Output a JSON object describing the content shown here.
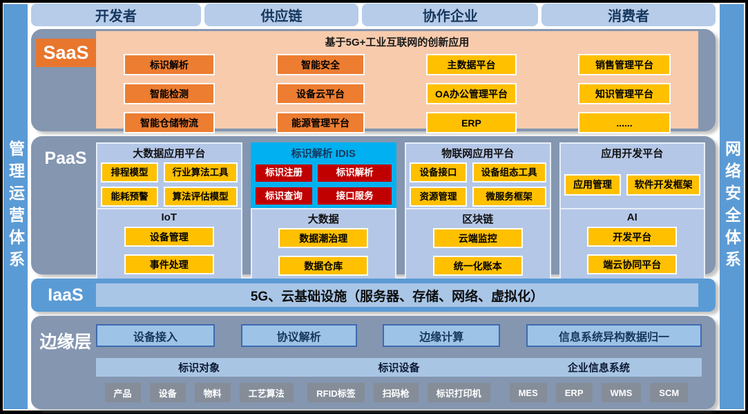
{
  "colors": {
    "accent_blue": "#5b9bd5",
    "container_gray": "#8496b0",
    "top_bar_blue": "#b6cce9",
    "navy_text": "#17375d",
    "orange": "#ed7d31",
    "peach": "#f8cbad",
    "yellow": "#ffc000",
    "group_blue": "#b4c7e7",
    "idis_blue": "#00b0f0",
    "red": "#c00000",
    "edge_box_blue": "#9dc3e6",
    "small_button_gray": "#858d99"
  },
  "top_bars": {
    "items": [
      {
        "label": "开发者"
      },
      {
        "label": "供应链"
      },
      {
        "label": "协作企业"
      },
      {
        "label": "消费者"
      }
    ]
  },
  "side_bars": {
    "left": "管理运营体系",
    "right": "网络安全体系"
  },
  "saas": {
    "label": "SaaS",
    "title": "基于5G+工业互联网的创新应用",
    "col1": [
      "标识解析",
      "智能检测",
      "智能仓储物流"
    ],
    "col2": [
      "智能安全",
      "设备云平台",
      "能源管理平台"
    ],
    "col3": [
      "主数据平台",
      "OA办公管理平台",
      "ERP"
    ],
    "col4": [
      "销售管理平台",
      "知识管理平台",
      "......"
    ]
  },
  "paas": {
    "label": "PaaS",
    "bigdata_platform": {
      "title": "大数据应用平台",
      "buttons": [
        "排程模型",
        "行业算法工具",
        "能耗预警",
        "算法评估模型"
      ]
    },
    "idis": {
      "title": "标识解析 IDIS",
      "buttons": [
        "标识注册",
        "标识解析",
        "标识查询",
        "接口服务"
      ]
    },
    "iot_platform": {
      "title": "物联网应用平台",
      "buttons": [
        "设备接口",
        "设备组态工具",
        "资源管理",
        "微服务框架"
      ]
    },
    "appdev_platform": {
      "title": "应用开发平台",
      "buttons": [
        "应用管理",
        "软件开发框架"
      ]
    },
    "iot": {
      "title": "IoT",
      "buttons": [
        "设备管理",
        "事件处理"
      ]
    },
    "bigdata": {
      "title": "大数据",
      "buttons": [
        "数据潮治理",
        "数据仓库"
      ]
    },
    "blockchain": {
      "title": "区块链",
      "buttons": [
        "云端监控",
        "统一化账本"
      ]
    },
    "ai": {
      "title": "AI",
      "buttons": [
        "开发平台",
        "端云协同平台"
      ]
    }
  },
  "iaas": {
    "label": "IaaS",
    "bar": "5G、云基础设施（服务器、存储、网络、虚拟化）"
  },
  "edge": {
    "label": "边缘层",
    "row1": [
      "设备接入",
      "协议解析",
      "边缘计算",
      "信息系统异构数据归一"
    ],
    "groups": [
      {
        "header": "标识对象",
        "buttons": [
          "产品",
          "设备",
          "物料",
          "工艺算法"
        ]
      },
      {
        "header": "标识设备",
        "buttons": [
          "RFID标签",
          "扫码枪",
          "标识打印机"
        ]
      },
      {
        "header": "企业信息系统",
        "buttons": [
          "MES",
          "ERP",
          "WMS",
          "SCM"
        ]
      }
    ]
  }
}
